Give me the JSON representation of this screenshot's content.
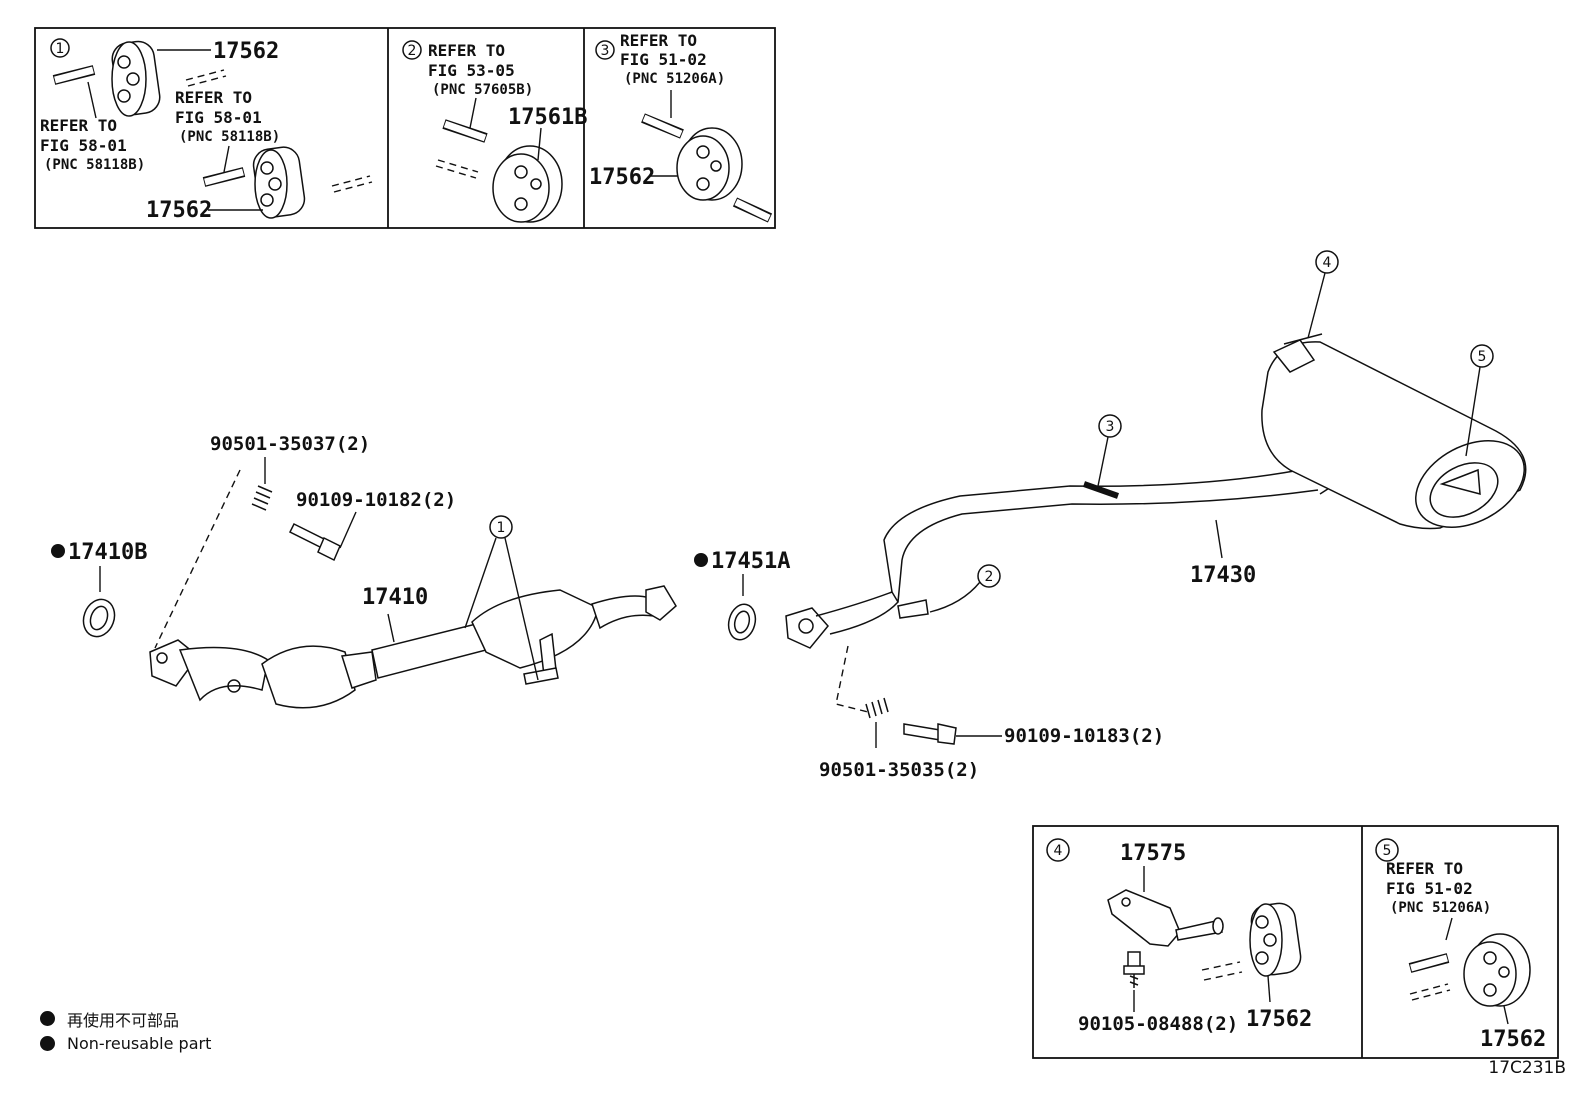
{
  "insets": {
    "i1": {
      "num": "1",
      "part_top": "17562",
      "part_bottom": "17562",
      "ref_left": {
        "l1": "REFER TO",
        "l2": "FIG 58-01",
        "l3": "(PNC 58118B)"
      },
      "ref_right": {
        "l1": "REFER TO",
        "l2": "FIG 58-01",
        "l3": "(PNC 58118B)"
      }
    },
    "i2": {
      "num": "2",
      "part": "17561B",
      "ref": {
        "l1": "REFER TO",
        "l2": "FIG 53-05",
        "l3": "(PNC 57605B)"
      }
    },
    "i3": {
      "num": "3",
      "part": "17562",
      "ref": {
        "l1": "REFER TO",
        "l2": "FIG 51-02",
        "l3": "(PNC 51206A)"
      }
    },
    "i4": {
      "num": "4",
      "part_bracket": "17575",
      "part_bolt": "90105-08488(2)",
      "part_hanger": "17562"
    },
    "i5": {
      "num": "5",
      "part": "17562",
      "ref": {
        "l1": "REFER TO",
        "l2": "FIG 51-02",
        "l3": "(PNC 51206A)"
      }
    }
  },
  "main": {
    "spring_front": "90501-35037(2)",
    "bolt_front": "90109-10182(2)",
    "gasket_front": "17410B",
    "front_pipe": "17410",
    "gasket_center": "17451A",
    "tail_pipe": "17430",
    "bolt_rear": "90109-10183(2)",
    "spring_rear": "90501-35035(2)",
    "callout_1": "1",
    "callout_2": "2",
    "callout_3": "3",
    "callout_4": "4",
    "callout_5": "5"
  },
  "legend": {
    "jp": "再使用不可部品",
    "en": "Non-reusable part"
  },
  "figure_code": "17C231B"
}
